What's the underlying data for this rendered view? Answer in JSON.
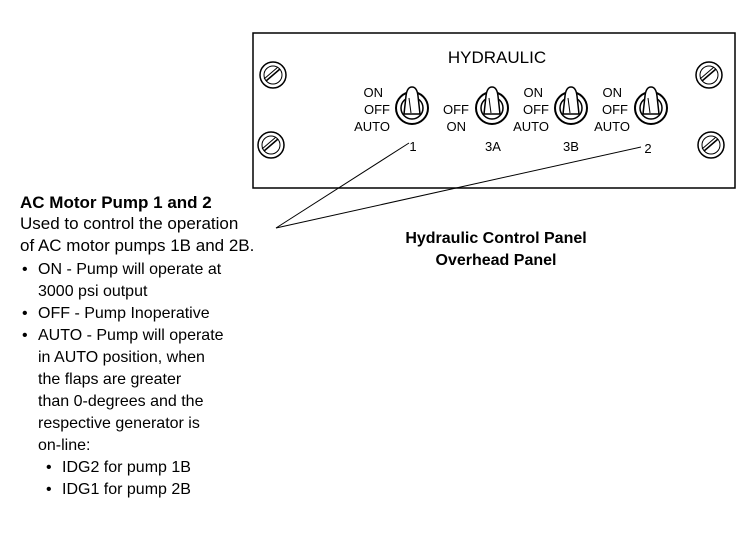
{
  "panel": {
    "title": "HYDRAULIC",
    "switches": [
      {
        "positions": [
          "ON",
          "OFF",
          "AUTO"
        ],
        "label": "1"
      },
      {
        "positions": [
          "OFF",
          "ON"
        ],
        "label": "3A"
      },
      {
        "positions": [
          "ON",
          "OFF",
          "AUTO"
        ],
        "label": "3B"
      },
      {
        "positions": [
          "ON",
          "OFF",
          "AUTO"
        ],
        "label": "2"
      }
    ]
  },
  "description": {
    "heading": "AC Motor Pump 1 and 2",
    "intro_line1": "Used to control the operation",
    "intro_line2": "of AC motor pumps 1B and 2B.",
    "items": [
      [
        "ON - Pump will operate at",
        "3000 psi output"
      ],
      [
        "OFF - Pump Inoperative"
      ],
      [
        "AUTO - Pump will operate",
        "in AUTO position, when",
        "the flaps are greater",
        "than  0-degrees and the",
        "respective generator is",
        "on-line:"
      ]
    ],
    "sub_items": [
      "IDG2 for pump 1B",
      "IDG1 for pump 2B"
    ]
  },
  "caption": {
    "line1": "Hydraulic Control Panel",
    "line2": "Overhead Panel"
  }
}
